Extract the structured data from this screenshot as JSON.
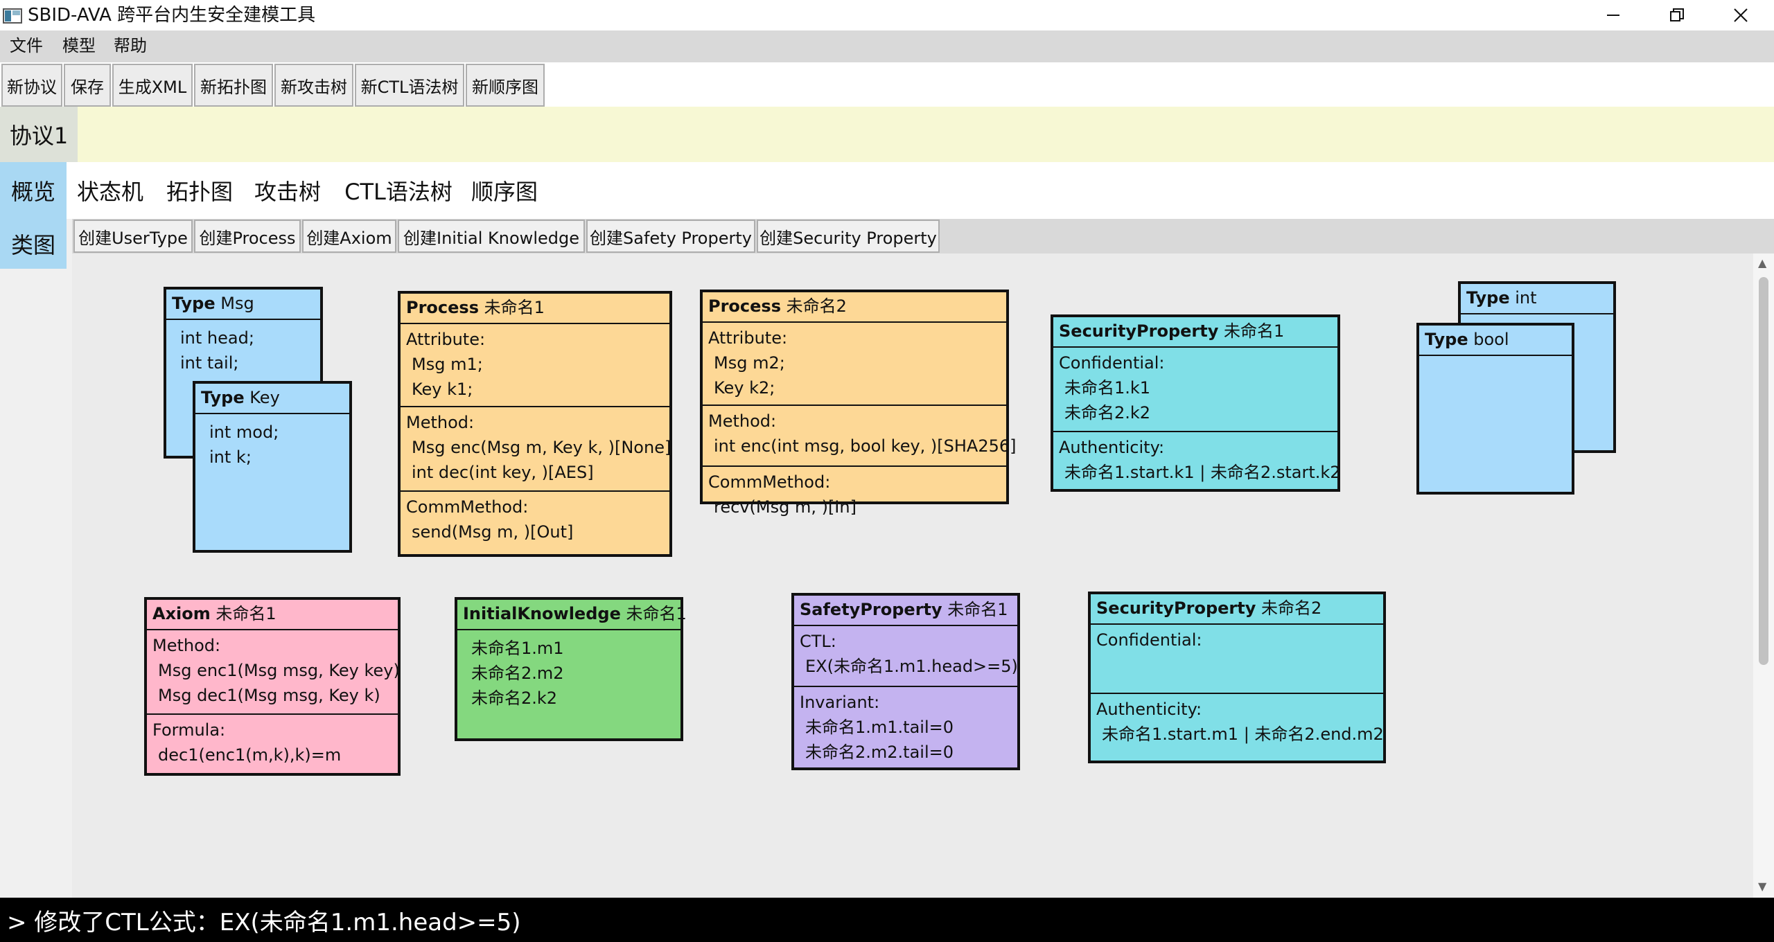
{
  "window": {
    "title": "SBID-AVA 跨平台内生安全建模工具",
    "controls": [
      "minimize",
      "restore",
      "close"
    ]
  },
  "menu": [
    "文件",
    "模型",
    "帮助"
  ],
  "toolbar": [
    "新协议",
    "保存",
    "生成XML",
    "新拓扑图",
    "新攻击树",
    "新CTL语法树",
    "新顺序图"
  ],
  "protocol_tab": "协议1",
  "view_tabs": [
    "概览",
    "状态机",
    "拓扑图",
    "攻击树",
    "CTL语法树",
    "顺序图"
  ],
  "side_tab": "类图",
  "create_buttons": [
    "创建UserType",
    "创建Process",
    "创建Axiom",
    "创建Initial Knowledge",
    "创建Safety Property",
    "创建Security Property"
  ],
  "boxes": {
    "type_msg": {
      "kw": "Type",
      "name": "Msg",
      "lines": [
        "int head;",
        "int tail;"
      ]
    },
    "type_key": {
      "kw": "Type",
      "name": "Key",
      "lines": [
        "int mod;",
        "int k;"
      ]
    },
    "process1": {
      "kw": "Process",
      "name": "未命名1",
      "attr_label": "Attribute:",
      "attrs": [
        "Msg m1;",
        "Key k1;"
      ],
      "method_label": "Method:",
      "methods": [
        "Msg enc(Msg m, Key k, )[None]",
        "int dec(int key, )[AES]"
      ],
      "comm_label": "CommMethod:",
      "comms": [
        "send(Msg m, )[Out]"
      ]
    },
    "process2": {
      "kw": "Process",
      "name": "未命名2",
      "attr_label": "Attribute:",
      "attrs": [
        "Msg m2;",
        "Key k2;"
      ],
      "method_label": "Method:",
      "methods": [
        "int enc(int msg, bool key, )[SHA256]"
      ],
      "comm_label": "CommMethod:",
      "comms": [
        "recv(Msg m, )[In]"
      ]
    },
    "secprop1": {
      "kw": "SecurityProperty",
      "name": "未命名1",
      "conf_label": "Confidential:",
      "conf": [
        "未命名1.k1",
        "未命名2.k2"
      ],
      "auth_label": "Authenticity:",
      "auth": [
        "未命名1.start.k1 | 未命名2.start.k2"
      ]
    },
    "type_int": {
      "kw": "Type",
      "name": "int"
    },
    "type_bool": {
      "kw": "Type",
      "name": "bool"
    },
    "axiom1": {
      "kw": "Axiom",
      "name": "未命名1",
      "method_label": "Method:",
      "methods": [
        "Msg enc1(Msg msg, Key key)",
        "Msg dec1(Msg msg, Key k)"
      ],
      "formula_label": "Formula:",
      "formulas": [
        "dec1(enc1(m,k),k)=m"
      ]
    },
    "initknow1": {
      "kw": "InitialKnowledge",
      "name": "未命名1",
      "lines": [
        "未命名1.m1",
        "未命名2.m2",
        "未命名2.k2"
      ]
    },
    "safety1": {
      "kw": "SafetyProperty",
      "name": "未命名1",
      "ctl_label": "CTL:",
      "ctl": [
        "EX(未命名1.m1.head>=5)"
      ],
      "inv_label": "Invariant:",
      "inv": [
        "未命名1.m1.tail=0",
        "未命名2.m2.tail=0"
      ]
    },
    "secprop2": {
      "kw": "SecurityProperty",
      "name": "未命名2",
      "conf_label": "Confidential:",
      "conf": [],
      "auth_label": "Authenticity:",
      "auth": [
        "未命名1.start.m1 | 未命名2.end.m2"
      ]
    }
  },
  "status": "> 修改了CTL公式：EX(未命名1.m1.head>=5)",
  "colors": {
    "type": "#a9dbfb",
    "process": "#fdd896",
    "security": "#80dfe7",
    "axiom": "#ffb7cb",
    "knowledge": "#84d87f",
    "safety": "#c4b3f0",
    "active_tab": "#a9d8f3",
    "protocol_bar": "#f7f8d4"
  }
}
